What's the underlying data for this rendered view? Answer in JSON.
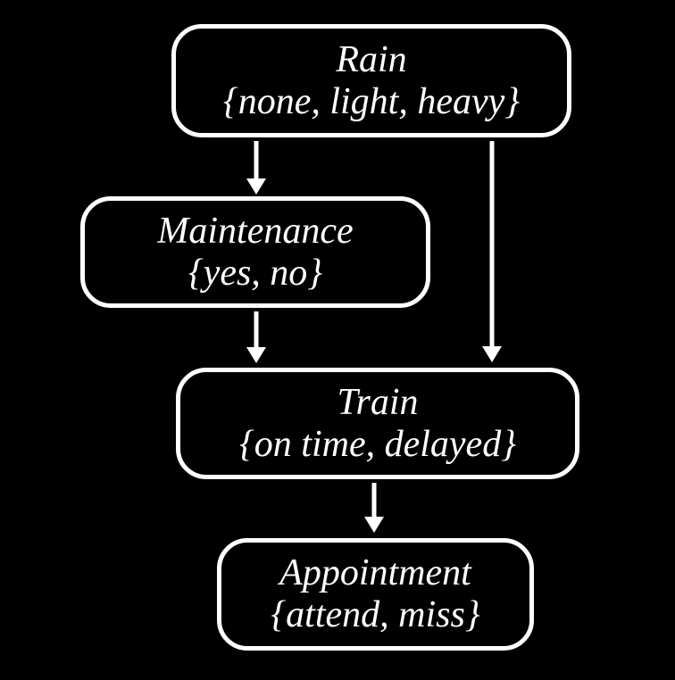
{
  "colors": {
    "background": "#000000",
    "node_border": "#ffffff",
    "node_text": "#ffffff",
    "arrow": "#ffffff"
  },
  "diagram": {
    "type": "bayesian-network",
    "nodes": [
      {
        "id": "rain",
        "label": "Rain",
        "values": "{none, light, heavy}"
      },
      {
        "id": "maintenance",
        "label": "Maintenance",
        "values": "{yes, no}"
      },
      {
        "id": "train",
        "label": "Train",
        "values": "{on time, delayed}"
      },
      {
        "id": "appointment",
        "label": "Appointment",
        "values": "{attend, miss}"
      }
    ],
    "edges": [
      {
        "from": "rain",
        "to": "maintenance"
      },
      {
        "from": "rain",
        "to": "train"
      },
      {
        "from": "maintenance",
        "to": "train"
      },
      {
        "from": "train",
        "to": "appointment"
      }
    ]
  }
}
